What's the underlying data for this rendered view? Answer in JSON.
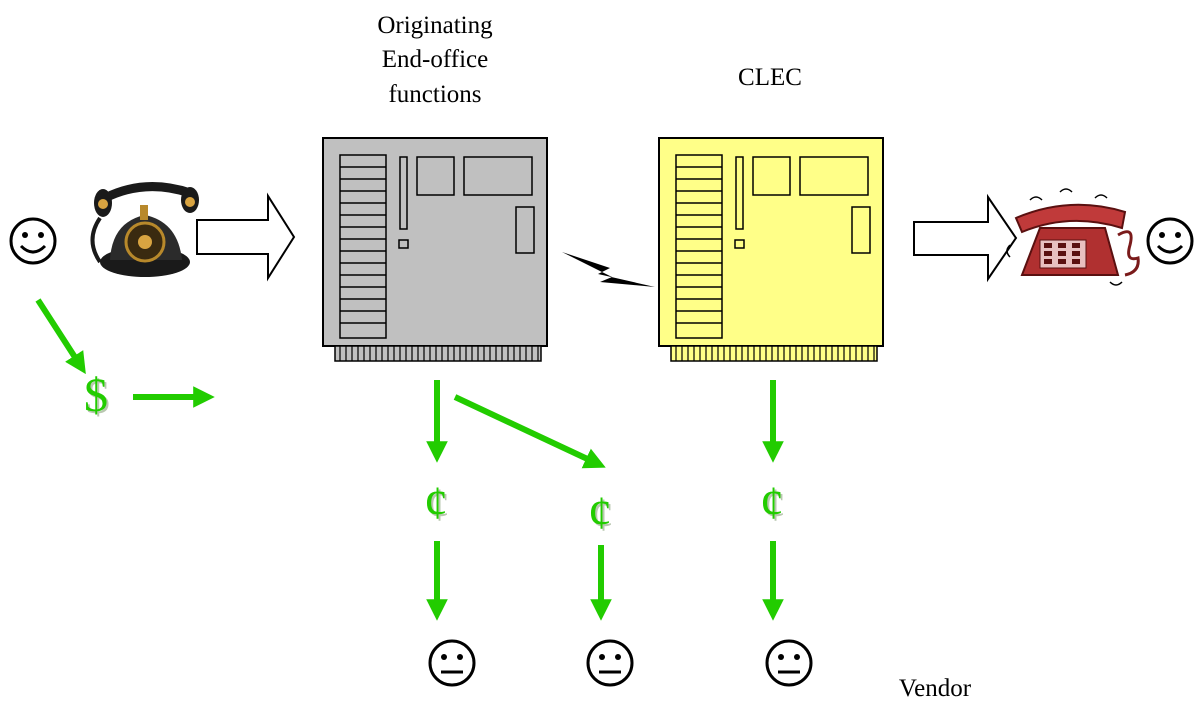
{
  "labels": {
    "originating_line1": "Originating",
    "originating_line2": "End-office",
    "originating_line3": "functions",
    "clec": "CLEC",
    "vendor": "Vendor"
  },
  "symbols": {
    "dollar": "$",
    "cent": "¢"
  },
  "colors": {
    "arrow_green": "#22cc00",
    "switch_gray": "#c0c0c0",
    "switch_yellow": "#ffff88",
    "phone_red": "#b03030",
    "phone_black": "#1a1a1a"
  },
  "icons": [
    "smiley-icon",
    "neutral-face-icon",
    "rotary-phone-icon",
    "ringing-phone-icon",
    "lightning-bolt-icon",
    "switch-cabinet-icon"
  ]
}
